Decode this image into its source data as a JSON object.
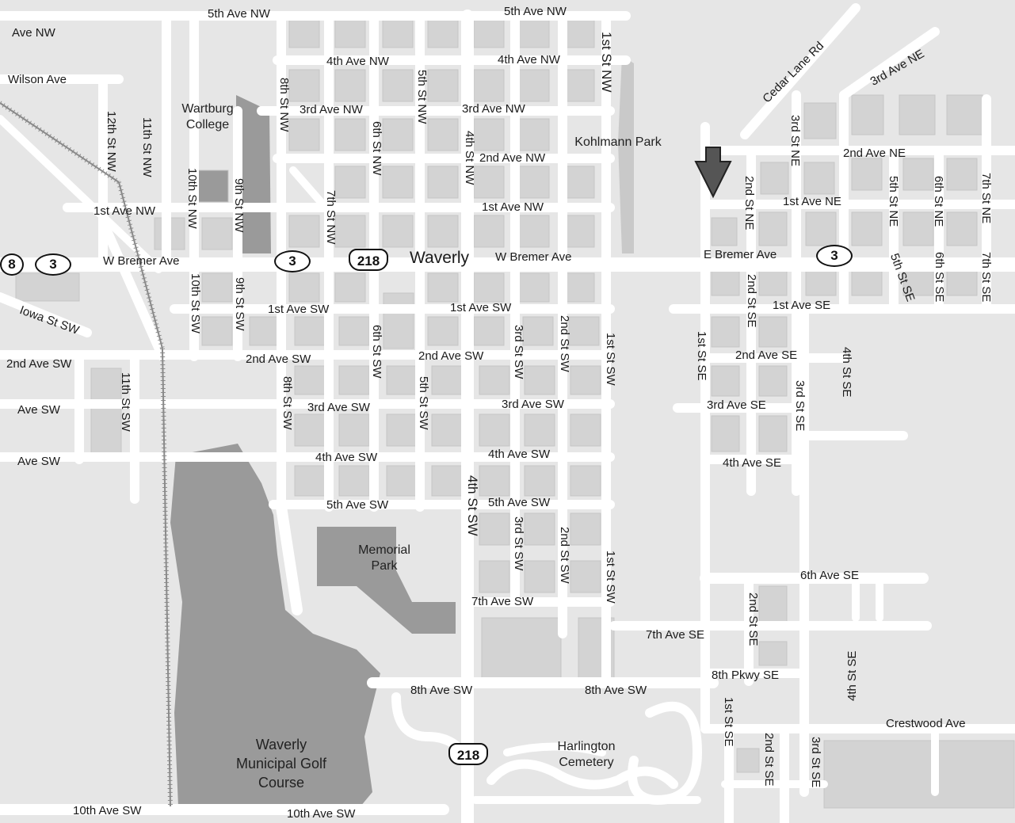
{
  "city_label": "Waverly",
  "places": {
    "wartburg_college": "Wartburg College",
    "kohlmann_park": "Kohlmann Park",
    "memorial_park": "Memorial Park",
    "harlington_cemetery": "Harlington Cemetery",
    "golf_course": "Waverly Municipal Golf Course"
  },
  "shields": {
    "us_route": "218",
    "state_route": "3",
    "partial_west_left": "8"
  },
  "streets": {
    "ave_5th_nw": "5th Ave NW",
    "ave_5th_nw_left": "Ave NW",
    "ave_4th_nw": "4th Ave NW",
    "wilson_ave": "Wilson Ave",
    "ave_3rd_nw": "3rd Ave NW",
    "ave_2nd_nw": "2nd Ave NW",
    "ave_1st_nw": "1st Ave NW",
    "w_bremer": "W Bremer Ave",
    "e_bremer": "E Bremer Ave",
    "ave_1st_sw": "1st Ave SW",
    "ave_2nd_sw": "2nd Ave SW",
    "ave_2nd_sw_left": "2nd Ave SW",
    "ave_3rd_sw": "3rd Ave SW",
    "ave_3rd_sw_left": "Ave SW",
    "ave_4th_sw": "4th Ave SW",
    "ave_4th_sw_left": "Ave SW",
    "ave_5th_sw": "5th Ave SW",
    "ave_7th_sw": "7th Ave SW",
    "ave_8th_sw": "8th Ave SW",
    "ave_10th_sw": "10th Ave SW",
    "iowa_st_sw": "Iowa St SW",
    "st_12th_nw": "12th St NW",
    "st_11th_nw": "11th St NW",
    "st_10th_nw": "10th St NW",
    "st_9th_nw": "9th St NW",
    "st_8th_nw": "8th St NW",
    "st_7th_nw": "7th St NW",
    "st_6th_nw": "6th St NW",
    "st_5th_nw": "5th St NW",
    "st_4th_nw": "4th St NW",
    "st_1st_nw": "1st St NW",
    "st_10th_sw": "10th St SW",
    "st_9th_sw": "9th St SW",
    "st_11th_sw": "11th St SW",
    "st_8th_sw": "8th St SW",
    "st_6th_sw": "6th St SW",
    "st_5th_sw": "5th St SW",
    "st_4th_sw": "4th St SW",
    "st_3rd_sw": "3rd St SW",
    "st_2nd_sw": "2nd St SW",
    "st_1st_sw": "1st St SW",
    "cedar_lane_rd": "Cedar Lane Rd",
    "ave_3rd_ne": "3rd Ave NE",
    "ave_2nd_ne": "2nd Ave NE",
    "ave_1st_ne": "1st Ave NE",
    "st_3rd_ne": "3rd St NE",
    "st_2nd_ne": "2nd St NE",
    "st_5th_ne": "5th St NE",
    "st_6th_ne": "6th St NE",
    "st_7th_ne": "7th St NE",
    "ave_1st_se": "1st Ave SE",
    "ave_2nd_se": "2nd Ave SE",
    "ave_3rd_se": "3rd Ave SE",
    "ave_4th_se": "4th Ave SE",
    "ave_6th_se": "6th Ave SE",
    "ave_7th_se": "7th Ave SE",
    "pkwy_8th_se": "8th Pkwy SE",
    "crestwood_ave": "Crestwood Ave",
    "st_1st_se": "1st St SE",
    "st_2nd_se": "2nd St SE",
    "st_3rd_se": "3rd St SE",
    "st_4th_se": "4th St SE",
    "st_5th_se": "5th St SE",
    "st_6th_se": "6th St SE",
    "st_7th_se": "7th St SE"
  },
  "marker": {
    "icon": "location-arrow-icon",
    "color": "#555555"
  },
  "colors": {
    "land": "#e6e6e6",
    "road": "#ffffff",
    "block": "#d2d2d2",
    "park": "#9a9a9a",
    "water": "#c8c8c8"
  }
}
